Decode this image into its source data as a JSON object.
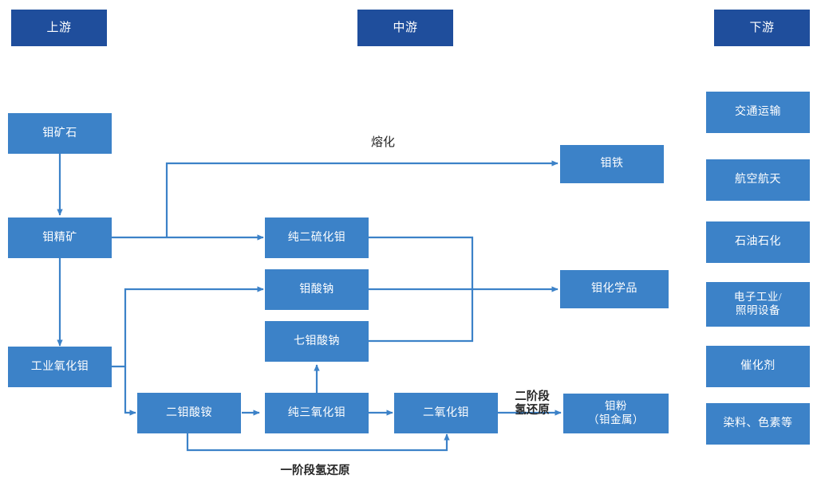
{
  "diagram": {
    "title_sections": [
      {
        "id": "upstream",
        "label": "上游"
      },
      {
        "id": "midstream",
        "label": "中游"
      },
      {
        "id": "downstream",
        "label": "下游"
      }
    ],
    "upstream_nodes": [
      {
        "id": "moly-ore",
        "label": "钼矿石"
      },
      {
        "id": "moly-concentrate",
        "label": "钼精矿"
      },
      {
        "id": "industrial-moly-oxide",
        "label": "工业氧化钼"
      }
    ],
    "midstream_nodes": [
      {
        "id": "pure-molybdenum-disulfide",
        "label": "纯二硫化钼"
      },
      {
        "id": "sodium-molybdate",
        "label": "钼酸钠"
      },
      {
        "id": "sodium-heptamolybdate",
        "label": "七钼酸钠"
      },
      {
        "id": "ammonium-dimolybdate",
        "label": "二钼酸铵"
      },
      {
        "id": "pure-molybdenum-trioxide",
        "label": "纯三氧化钼"
      },
      {
        "id": "molybdenum-dioxide",
        "label": "二氧化钼"
      }
    ],
    "product_nodes": [
      {
        "id": "ferromolybdenum",
        "label": "钼铁"
      },
      {
        "id": "moly-chemicals",
        "label": "钼化学品"
      },
      {
        "id": "moly-powder",
        "label": "钼粉\n（钼金属）",
        "line1": "钼粉",
        "line2": "（钼金属）"
      }
    ],
    "downstream_nodes": [
      {
        "id": "transportation",
        "label": "交通运输"
      },
      {
        "id": "aerospace",
        "label": "航空航天"
      },
      {
        "id": "petro-chemical",
        "label": "石油石化"
      },
      {
        "id": "electronics-lighting",
        "label": "电子工业/\n照明设备",
        "line1": "电子工业/",
        "line2": "照明设备"
      },
      {
        "id": "catalyst",
        "label": "催化剂"
      },
      {
        "id": "dyes-pigments",
        "label": "染料、色素等"
      }
    ],
    "process_labels": [
      {
        "id": "melting",
        "label": "熔化"
      },
      {
        "id": "second-stage-hydrogen-reduction",
        "line1": "二阶段",
        "line2": "氢还原"
      },
      {
        "id": "first-stage-hydrogen-reduction",
        "label": "一阶段氢还原"
      }
    ],
    "colors": {
      "header_blue": "#1F4E9C",
      "node_blue": "#3C82C8",
      "connector_blue": "#3C82C8",
      "text_white": "#FFFFFF",
      "label_dark": "#262626",
      "background": "#FFFFFF"
    }
  }
}
